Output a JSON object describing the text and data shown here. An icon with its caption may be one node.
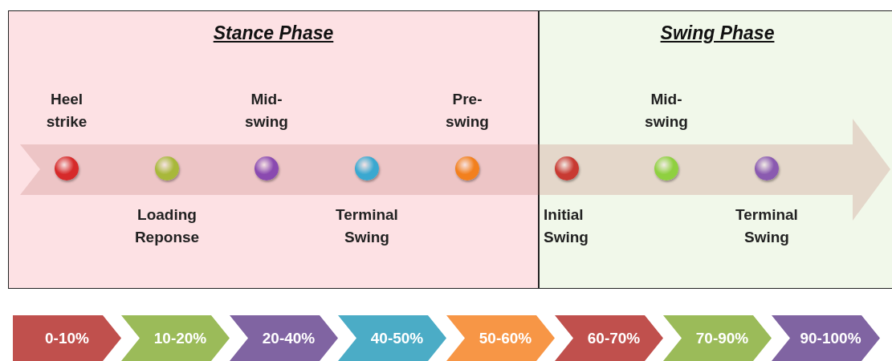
{
  "diagram": {
    "nodes": [
      {
        "text": [
          "Stance Phase"
        ]
      },
      {
        "text": [
          "Swing Phase"
        ]
      },
      {
        "text": [],
        "shape": "circle",
        "in": 0,
        "beside": [
          "Heel strike"
        ]
      },
      {
        "text": [],
        "shape": "circle",
        "in": 0,
        "beside": [
          "Loading Reponse"
        ]
      },
      {
        "text": [],
        "shape": "circle",
        "in": 0,
        "beside": [
          "Mid-swing"
        ]
      },
      {
        "text": [],
        "shape": "circle",
        "in": 0,
        "beside": [
          "Terminal Swing"
        ]
      },
      {
        "text": [],
        "shape": "circle",
        "in": 0,
        "beside": [
          "Pre-swing"
        ]
      },
      {
        "text": [],
        "shape": "circle",
        "in": 1,
        "beside": [
          "Initial Swing"
        ]
      },
      {
        "text": [],
        "shape": "circle",
        "in": 1,
        "beside": [
          "Mid-swing"
        ]
      },
      {
        "text": [],
        "shape": "circle",
        "in": 1,
        "beside": [
          "Terminal Swing"
        ]
      },
      {
        "text": [
          "0-10%"
        ]
      },
      {
        "text": [
          "10-20%"
        ]
      },
      {
        "text": [
          "20-40%"
        ]
      },
      {
        "text": [
          "40-50%"
        ]
      },
      {
        "text": [
          "50-60%"
        ]
      },
      {
        "text": [
          "60-70%"
        ]
      },
      {
        "text": [
          "70-90%"
        ]
      },
      {
        "text": [
          "90-100%"
        ]
      }
    ],
    "edges": []
  }
}
